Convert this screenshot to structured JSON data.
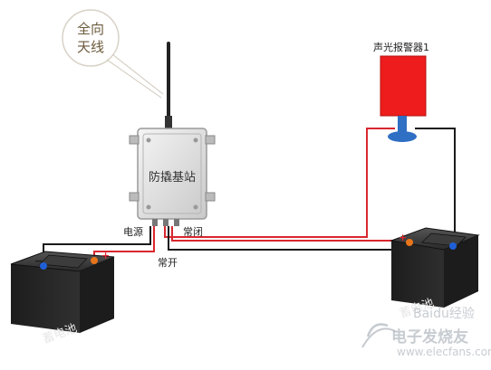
{
  "antenna_callout": {
    "line1": "全向",
    "line2": "天线"
  },
  "base_station": {
    "label": "防撬基站"
  },
  "alarm": {
    "label": "声光报警器1"
  },
  "terminals": {
    "power": "电源",
    "normally_closed": "常闭",
    "normally_open": "常开"
  },
  "battery_left": {
    "label": "蓄电池",
    "plus": "+",
    "minus": "−"
  },
  "battery_right": {
    "label": "蓄电池",
    "plus": "+",
    "minus": "−"
  },
  "watermark": {
    "text": "电子发烧友",
    "url": "www.elecfans.com",
    "faint": "Baidu经验"
  },
  "colors": {
    "wire_red": "#d9272e",
    "wire_black": "#1a1a1a",
    "alarm_red": "#ee1c1c",
    "alarm_blue": "#2f6fc4",
    "battery_dark": "#2b2b2b",
    "terminal_blue": "#1f5fd6",
    "terminal_orange": "#e8751a"
  }
}
